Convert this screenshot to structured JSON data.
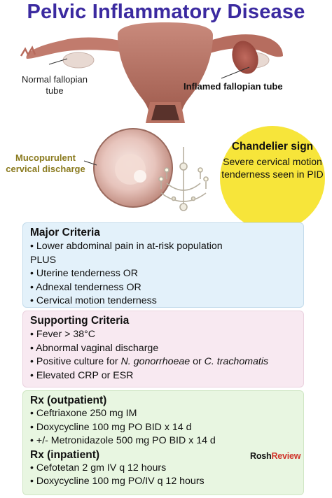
{
  "title": "Pelvic Inflammatory Disease",
  "labels": {
    "normal_tube": "Normal fallopian tube",
    "inflamed_tube": "Inflamed fallopian tube",
    "discharge": "Mucopurulent cervical discharge"
  },
  "chandelier": {
    "title": "Chandelier sign",
    "description": "Severe cervical motion tenderness seen in PID"
  },
  "major": {
    "heading": "Major Criteria",
    "items": [
      "• Lower abdominal pain in at-risk population",
      "PLUS",
      "• Uterine tenderness OR",
      "• Adnexal tenderness OR",
      "• Cervical motion tenderness"
    ]
  },
  "supporting": {
    "heading": "Supporting Criteria",
    "items": [
      "• Fever > 38°C",
      "• Abnormal vaginal discharge"
    ],
    "culture_prefix": "• Positive culture for ",
    "organism1": "N. gonorrhoeae",
    "culture_mid": " or ",
    "organism2": "C. trachomatis",
    "last_item": "• Elevated CRP or ESR"
  },
  "rx": {
    "outpatient_heading": "Rx (outpatient)",
    "outpatient_items": [
      "• Ceftriaxone 250 mg IM",
      "• Doxycycline 100 mg PO BID x 14 d",
      "• +/- Metronidazole 500 mg PO BID x 14 d"
    ],
    "inpatient_heading": "Rx (inpatient)",
    "inpatient_items": [
      "• Cefotetan 2 gm IV q 12 hours",
      "• Doxycycline 100 mg PO/IV q 12 hours"
    ]
  },
  "logo": {
    "part1": "Rosh",
    "part2": "Review"
  },
  "colors": {
    "title": "#3b2aa0",
    "chandelier_circle": "#f7e53a",
    "major_bg": "#e3f1fa",
    "supporting_bg": "#f8e9f1",
    "rx_bg": "#e8f6e1",
    "discharge_label": "#8a7a1e",
    "logo_accent": "#d0352b"
  }
}
